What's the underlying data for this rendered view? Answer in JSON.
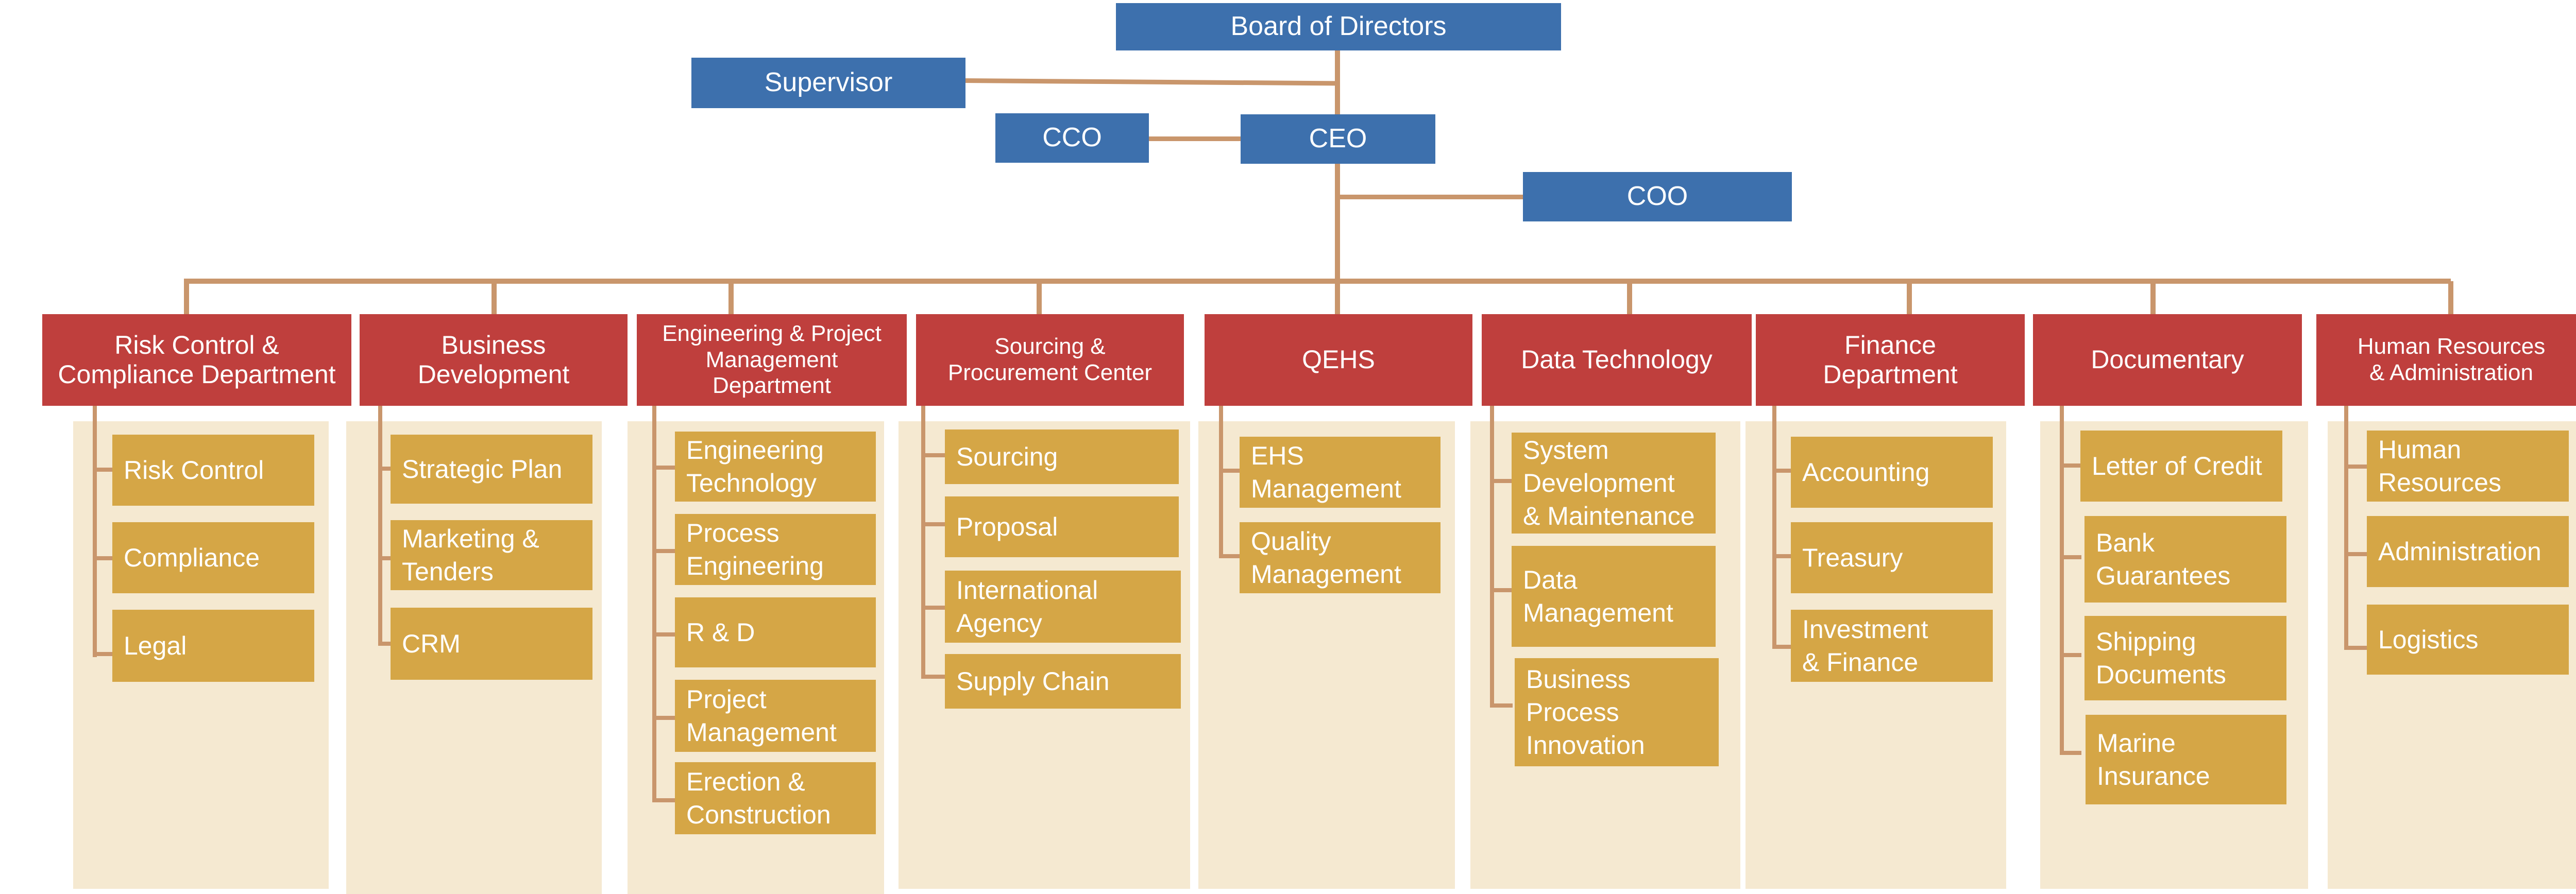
{
  "colors": {
    "executive": "#3d70ad",
    "department": "#bf3f3d",
    "unit": "#d5a646",
    "panel": "#f5e9d1",
    "connector": "#c9966c"
  },
  "executives": {
    "board": "Board of Directors",
    "supervisor": "Supervisor",
    "cco": "CCO",
    "ceo": "CEO",
    "coo": "COO"
  },
  "departments": [
    {
      "name": "Risk Control &\nCompliance Department",
      "units": [
        "Risk Control",
        "Compliance",
        "Legal"
      ]
    },
    {
      "name": "Business\nDevelopment",
      "units": [
        "Strategic Plan",
        "Marketing &\nTenders",
        "CRM"
      ]
    },
    {
      "name": "Engineering & Project\nManagement\nDepartment",
      "units": [
        "Engineering\nTechnology",
        "Process\nEngineering",
        "R & D",
        "Project\nManagement",
        "Erection &\nConstruction"
      ]
    },
    {
      "name": "Sourcing &\nProcurement Center",
      "units": [
        "Sourcing",
        "Proposal",
        "International\nAgency",
        "Supply Chain"
      ]
    },
    {
      "name": "QEHS",
      "units": [
        "EHS\nManagement",
        "Quality\nManagement"
      ]
    },
    {
      "name": "Data Technology",
      "units": [
        "System\nDevelopment\n& Maintenance",
        "Data\nManagement",
        "Business\nProcess\nInnovation"
      ]
    },
    {
      "name": "Finance\nDepartment",
      "units": [
        "Accounting",
        "Treasury",
        "Investment\n& Finance"
      ]
    },
    {
      "name": "Documentary",
      "units": [
        "Letter of Credit",
        "Bank\nGuarantees",
        "Shipping\nDocuments",
        "Marine\nInsurance"
      ]
    },
    {
      "name": "Human Resources\n& Administration",
      "units": [
        "Human\nResources",
        "Administration",
        "Logistics"
      ]
    }
  ]
}
